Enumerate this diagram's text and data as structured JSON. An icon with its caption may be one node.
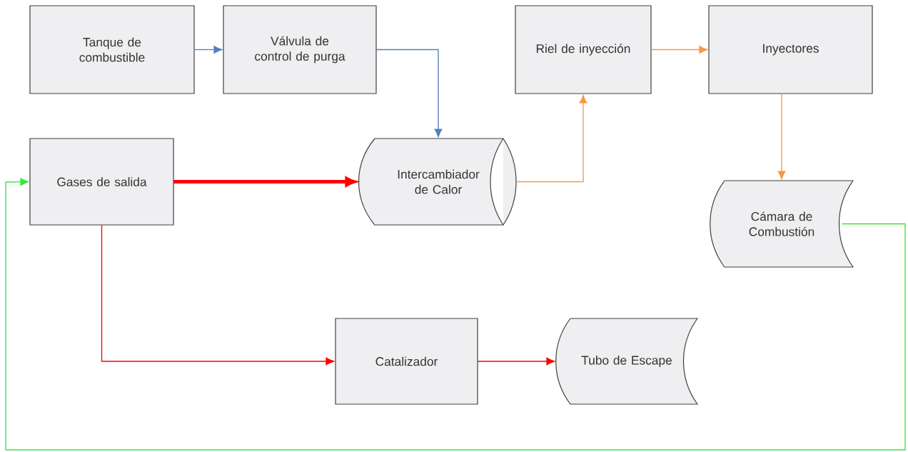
{
  "diagram": {
    "nodes": [
      {
        "text": [
          "Tanque de combustible"
        ]
      },
      {
        "text": [
          "Válvula de control de purga"
        ]
      },
      {
        "text": [
          "Riel de inyección"
        ]
      },
      {
        "text": [
          "Inyectores"
        ]
      },
      {
        "text": [
          "Gases de salida"
        ]
      },
      {
        "text": [
          "Intercambiador de Calor"
        ]
      },
      {
        "text": [
          "Cámara de Combustión"
        ]
      },
      {
        "text": [
          "Catalizador"
        ]
      },
      {
        "text": [
          "Tubo de Escape"
        ]
      }
    ],
    "edges": [
      {
        "from": 0,
        "to": 1,
        "arrow": "to",
        "color": "#4f81bd"
      },
      {
        "from": 1,
        "to": 5,
        "arrow": "to",
        "color": "#4f81bd"
      },
      {
        "from": 5,
        "to": 2,
        "arrow": "to",
        "color": "#f79646"
      },
      {
        "from": 2,
        "to": 3,
        "arrow": "to",
        "color": "#f79646"
      },
      {
        "from": 3,
        "to": 6,
        "arrow": "to",
        "color": "#f79646"
      },
      {
        "from": 4,
        "to": 5,
        "arrow": "to",
        "color": "#ff0000",
        "style": "thick"
      },
      {
        "from": 4,
        "to": 7,
        "arrow": "to",
        "color": "#ff0000"
      },
      {
        "from": 7,
        "to": 8,
        "arrow": "to",
        "color": "#ff0000"
      },
      {
        "from": 6,
        "to": 4,
        "arrow": "to",
        "color": "#33e833"
      }
    ]
  }
}
